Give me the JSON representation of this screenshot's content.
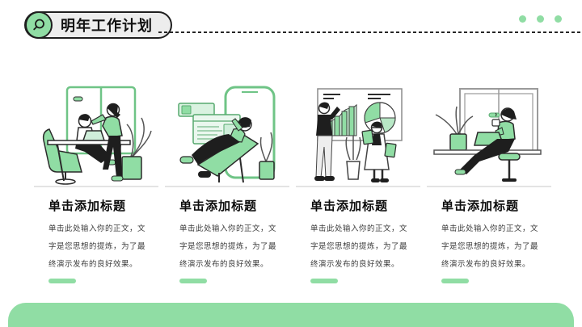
{
  "colors": {
    "accent_green": "#90dda4",
    "light_green_fill": "#d9f2e0",
    "outline_dark": "#1f1f1f",
    "pill_gray": "#ededed",
    "body_text": "#3d3d3d"
  },
  "header": {
    "title": "明年工作计划",
    "icon": "magnifier-icon",
    "dots_count": 3
  },
  "columns": [
    {
      "title": "单击添加标题",
      "body": "单击此处输入你的正文，文字是您思想的提炼，为了最终演示发布的良好效果。",
      "illustration": "two-colleagues-discussing-at-desk"
    },
    {
      "title": "单击添加标题",
      "body": "单击此处输入你的正文，文字是您思想的提炼，为了最终演示发布的良好效果。",
      "illustration": "person-relaxing-with-giant-phone"
    },
    {
      "title": "单击添加标题",
      "body": "单击此处输入你的正文，文字是您思想的提炼，为了最终演示发布的良好效果。",
      "illustration": "two-people-presenting-charts"
    },
    {
      "title": "单击添加标题",
      "body": "单击此处输入你的正文，文字是您思想的提炼，为了最终演示发布的良好效果。",
      "illustration": "woman-working-at-window-counter"
    }
  ]
}
